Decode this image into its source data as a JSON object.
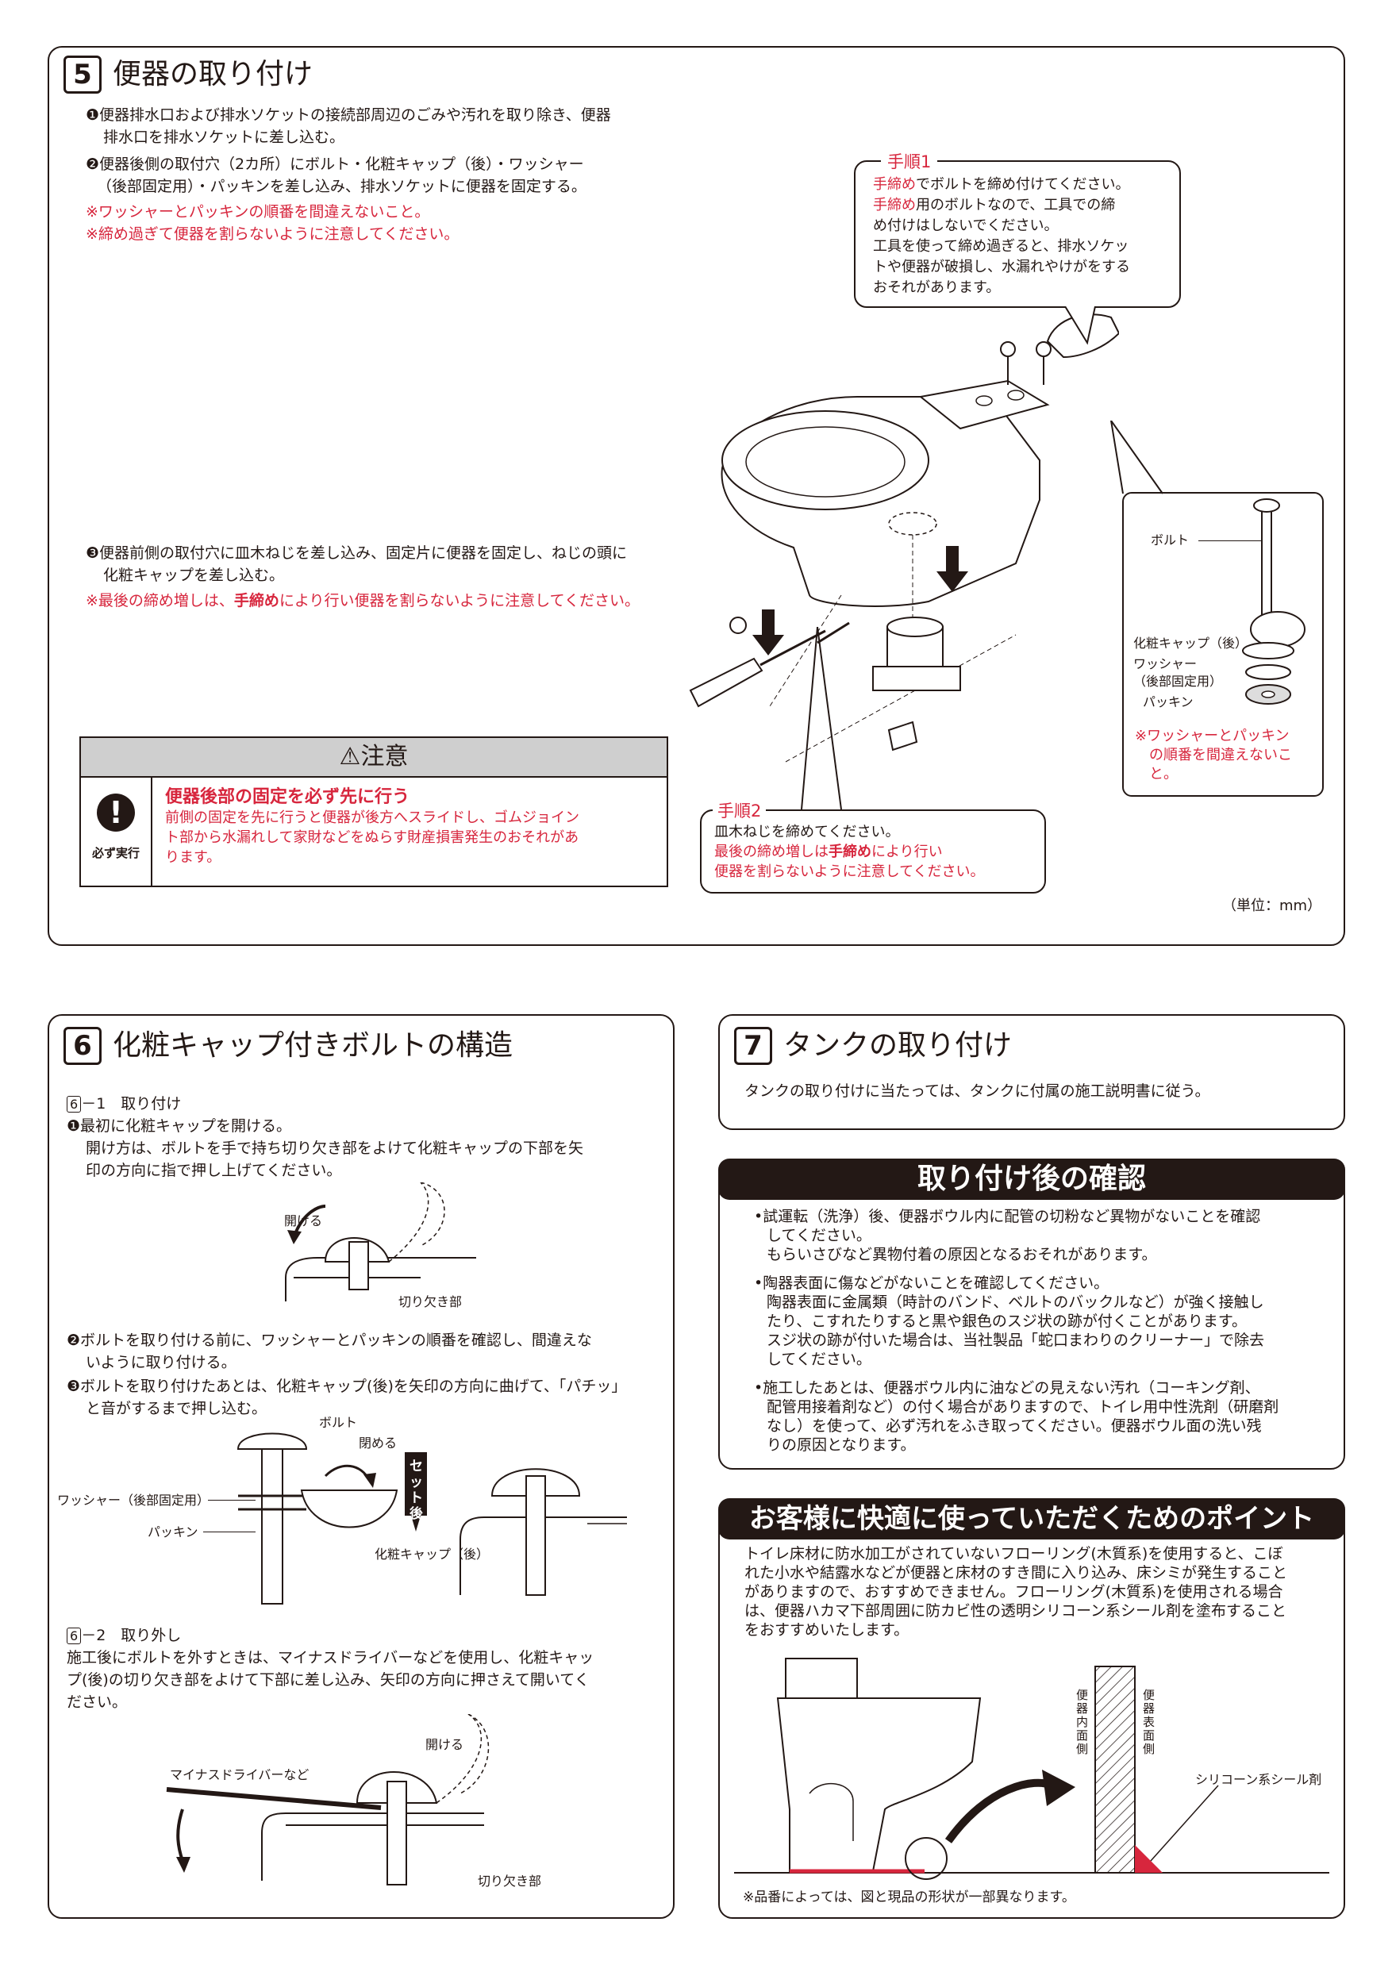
{
  "s5": {
    "num": "5",
    "title": "便器の取り付け",
    "step1_a": "❶便器排水口および排水ソケットの接続部周辺のごみや汚れを取り除き、便器",
    "step1_b": "排水口を排水ソケットに差し込む。",
    "step2_a": "❷便器後側の取付穴（2カ所）にボルト・化粧キャップ（後）・ワッシャー",
    "step2_b": "（後部固定用）・パッキンを差し込み、排水ソケットに便器を固定する。",
    "note1": "※ワッシャーとパッキンの順番を間違えないこと。",
    "note2": "※締め過ぎて便器を割らないように注意してください。",
    "step3_a": "❸便器前側の取付穴に皿木ねじを差し込み、固定片に便器を固定し、ねじの頭に",
    "step3_b": "化粧キャップを差し込む。",
    "note3_a": "※最後の締め増しは、",
    "note3_b": "手締め",
    "note3_c": "により行い便器を割らないように注意してください。",
    "caution": {
      "title": "⚠注意",
      "icon_label": "必ず実行",
      "heading": "便器後部の固定を必ず先に行う",
      "body1": "前側の固定を先に行うと便器が後方へスライドし、ゴムジョイン",
      "body2": "ト部から水漏れして家財などをぬらす財産損害発生のおそれがあ",
      "body3": "ります。"
    },
    "proc1": {
      "label": "手順1",
      "l1a": "手締め",
      "l1b": "でボルトを締め付けてください。",
      "l2a": "手締め",
      "l2b": "用のボルトなので、工具での締",
      "l3": "め付けはしないでください。",
      "l4": "工具を使って締め過ぎると、排水ソケッ",
      "l5": "トや便器が破損し、水漏れやけがをする",
      "l6": "おそれがあります。"
    },
    "proc2": {
      "label": "手順2",
      "l1": "皿木ねじを締めてください。",
      "l2a": "最後の締め増しは",
      "l2b": "手締め",
      "l2c": "により行い",
      "l3": "便器を割らないように注意してください。"
    },
    "parts": {
      "bolt": "ボルト",
      "cap": "化粧キャップ（後）",
      "washer1": "ワッシャー",
      "washer2": "（後部固定用）",
      "packing": "パッキン",
      "warn1": "※ワッシャーとパッキン",
      "warn2": "の順番を間違えないこ",
      "warn3": "と。"
    },
    "unit": "（単位：mm）"
  },
  "s6": {
    "num": "6",
    "title": "化粧キャップ付きボルトの構造",
    "sub1_num": "6",
    "sub1": "－1　取り付け",
    "i1": "❶最初に化粧キャップを開ける。",
    "i1b": "開け方は、ボルトを手で持ち切り欠き部をよけて化粧キャップの下部を矢",
    "i1c": "印の方向に指で押し上げてください。",
    "fig1_open": "開ける",
    "fig1_notch": "切り欠き部",
    "i2a": "❷ボルトを取り付ける前に、ワッシャーとパッキンの順番を確認し、間違えな",
    "i2b": "いように取り付ける。",
    "i3a": "❸ボルトを取り付けたあとは、化粧キャップ(後)を矢印の方向に曲げて、「パチッ」",
    "i3b": "と音がするまで押し込む。",
    "fig2_bolt": "ボルト",
    "fig2_close": "閉める",
    "fig2_washer": "ワッシャー（後部固定用）",
    "fig2_packing": "パッキン",
    "fig2_cap": "化粧キャップ（後）",
    "fig2_set": "セット後",
    "sub2_num": "6",
    "sub2": "－2　取り外し",
    "r1": "施工後にボルトを外すときは、マイナスドライバーなどを使用し、化粧キャッ",
    "r2": "プ(後)の切り欠き部をよけて下部に差し込み、矢印の方向に押さえて開いてく",
    "r3": "ださい。",
    "fig3_open": "開ける",
    "fig3_driver": "マイナスドライバーなど",
    "fig3_notch": "切り欠き部"
  },
  "s7": {
    "num": "7",
    "title": "タンクの取り付け",
    "body": "タンクの取り付けに当たっては、タンクに付属の施工説明書に従う。"
  },
  "check": {
    "title": "取り付け後の確認",
    "b1a": "•試運転（洗浄）後、便器ボウル内に配管の切粉など異物がないことを確認",
    "b1b": "してください。",
    "b1c": "もらいさびなど異物付着の原因となるおそれがあります。",
    "b2a": "•陶器表面に傷などがないことを確認してください。",
    "b2b": "陶器表面に金属類（時計のバンド、ベルトのバックルなど）が強く接触し",
    "b2c": "たり、こすれたりすると黒や銀色のスジ状の跡が付くことがあります。",
    "b2d": "スジ状の跡が付いた場合は、当社製品「蛇口まわりのクリーナー」で除去",
    "b2e": "してください。",
    "b3a": "•施工したあとは、便器ボウル内に油などの見えない汚れ（コーキング剤、",
    "b3b": "配管用接着剤など）の付く場合がありますので、トイレ用中性洗剤（研磨剤",
    "b3c": "なし）を使って、必ず汚れをふき取ってください。便器ボウル面の洗い残",
    "b3d": "りの原因となります。"
  },
  "tips": {
    "title": "お客様に快適に使っていただくためのポイント",
    "p1": "トイレ床材に防水加工がされていないフローリング(木質系)を使用すると、こぼ",
    "p2": "れた小水や結露水などが便器と床材のすき間に入り込み、床シミが発生すること",
    "p3": "がありますので、おすすめできません。フローリング(木質系)を使用される場合",
    "p4": "は、便器ハカマ下部周囲に防カビ性の透明シリコーン系シール剤を塗布すること",
    "p5": "をおすすめいたします。",
    "inner": "便器内面側",
    "outer": "便器表面側",
    "sealant": "シリコーン系シール剤",
    "note": "※品番によっては、図と現品の形状が一部異なります。"
  }
}
